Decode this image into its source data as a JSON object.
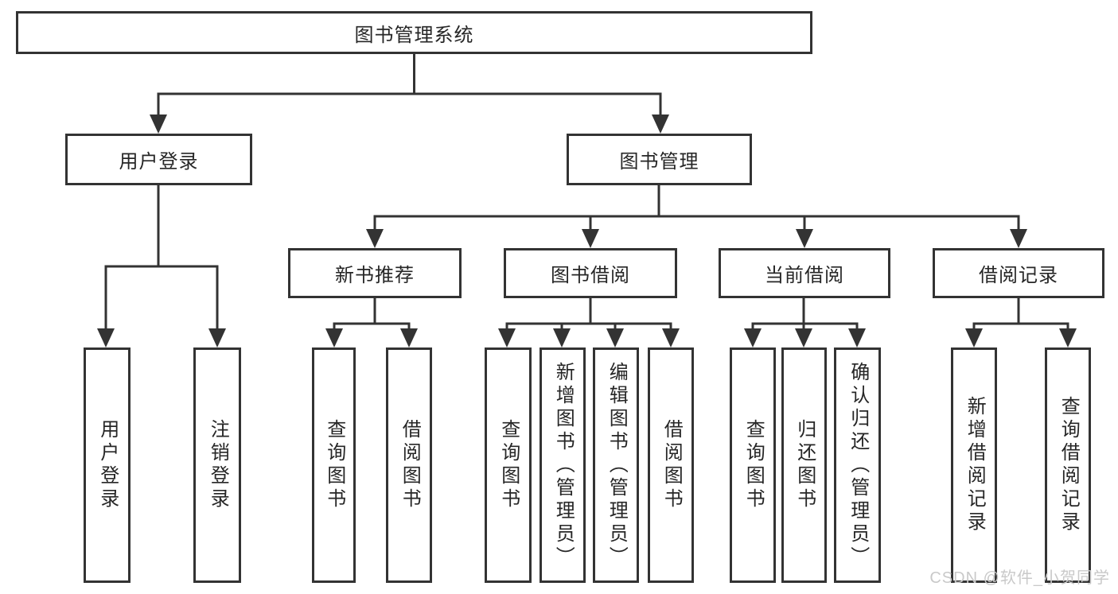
{
  "title": "图书管理系统",
  "level2": {
    "login": "用户登录",
    "management": "图书管理"
  },
  "level3": {
    "new_books": "新书推荐",
    "borrow": "图书借阅",
    "current": "当前借阅",
    "records": "借阅记录"
  },
  "leaves": {
    "login": [
      "用户登录",
      "注销登录"
    ],
    "new_books": [
      "查询图书",
      "借阅图书"
    ],
    "borrow": [
      "查询图书",
      "新增图书（管理员）",
      "编辑图书（管理员）",
      "借阅图书"
    ],
    "current": [
      "查询图书",
      "归还图书",
      "确认归还（管理员）"
    ],
    "records": [
      "新增借阅记录",
      "查询借阅记录"
    ]
  },
  "watermark": "CSDN @软件_小贺同学",
  "colors": {
    "line": "#333333",
    "text": "#262626",
    "watermark": "#c9c9c9"
  }
}
